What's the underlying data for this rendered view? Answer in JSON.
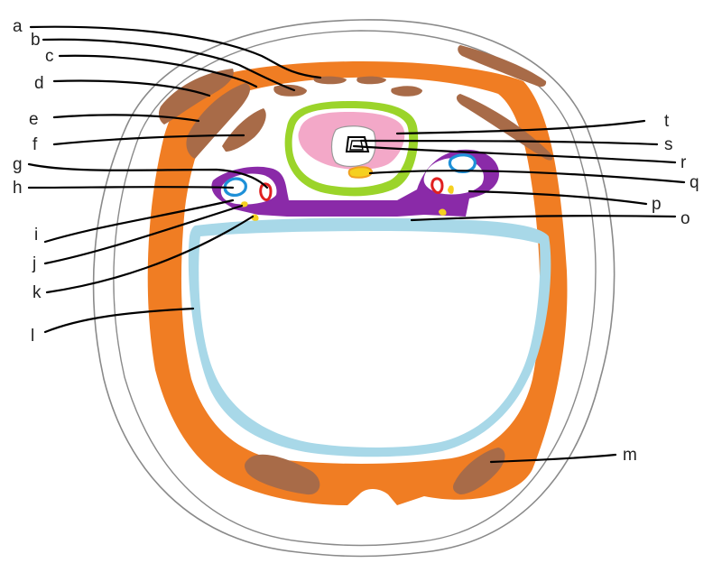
{
  "diagram": {
    "labels": {
      "a": "a",
      "b": "b",
      "c": "c",
      "d": "d",
      "e": "e",
      "f": "f",
      "g": "g",
      "h": "h",
      "i": "i",
      "j": "j",
      "k": "k",
      "l": "l",
      "m": "m",
      "o": "o",
      "p": "p",
      "q": "q",
      "r": "r",
      "s": "s",
      "t": "t"
    },
    "colors": {
      "outline": "#8a8a8a",
      "muscle_orange": "#f07d23",
      "muscle_brown": "#a86b48",
      "fascia_blue": "#a8d8e8",
      "purple": "#8a2aa8",
      "green_ring": "#9bd42a",
      "pink": "#f3a8c8",
      "vessel_blue": "#1e90d8",
      "vessel_red": "#e02020",
      "yellow": "#f5d020",
      "nerve_orange": "#f0a020"
    }
  }
}
